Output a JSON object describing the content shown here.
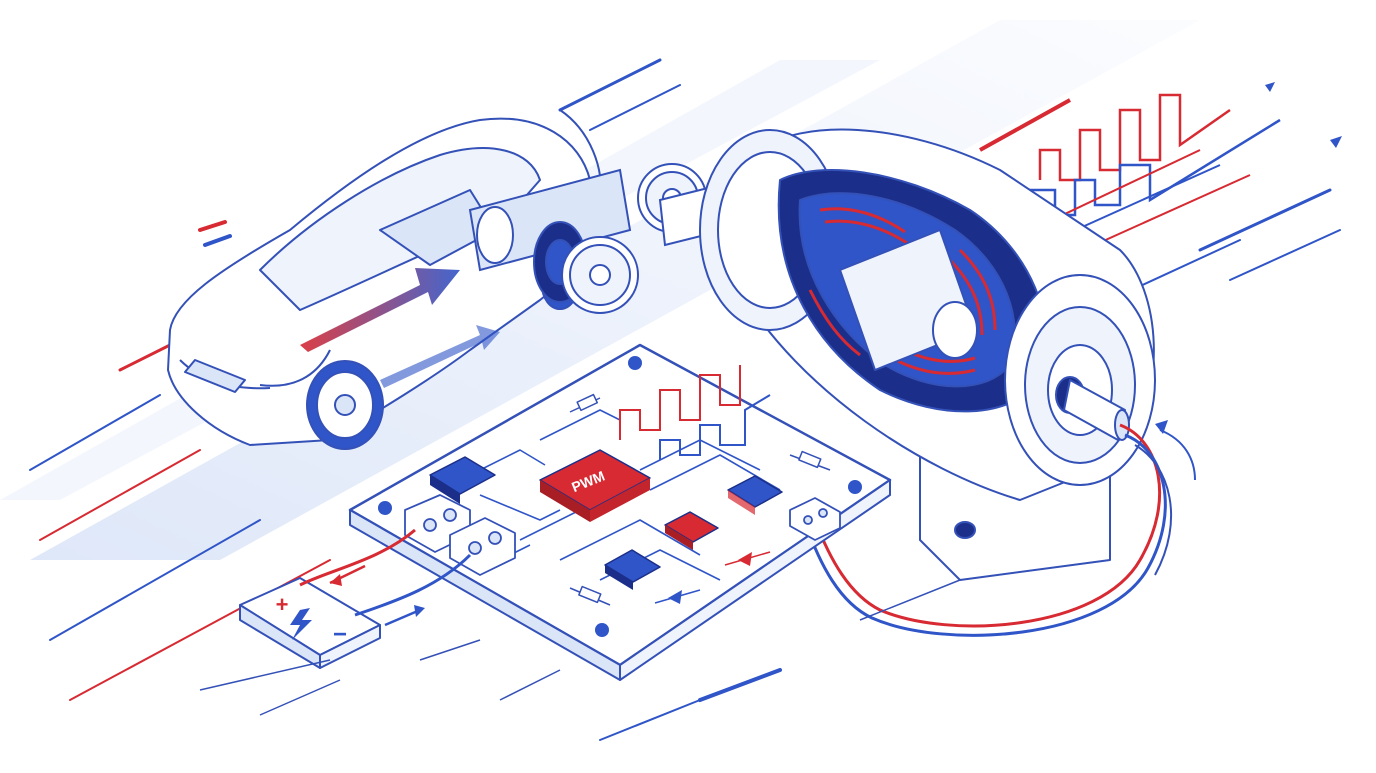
{
  "colors": {
    "blue": "#2f55c8",
    "navy": "#1b2f8a",
    "red": "#d72a32",
    "light_blue": "#dbe5f8",
    "pale_blue": "#eef3fc",
    "outline": "#3451b8",
    "white": "#ffffff"
  },
  "components": [
    {
      "id": "car",
      "icon": "electric-car-icon"
    },
    {
      "id": "gearbox",
      "icon": "gear-icon"
    },
    {
      "id": "motor",
      "icon": "electric-motor-icon"
    },
    {
      "id": "controller-board",
      "icon": "circuit-board-icon"
    },
    {
      "id": "battery",
      "icon": "battery-icon"
    }
  ],
  "board": {
    "pwm_chip_label": "PWM"
  },
  "battery": {
    "plus_symbol": "+",
    "minus_symbol": "−"
  }
}
